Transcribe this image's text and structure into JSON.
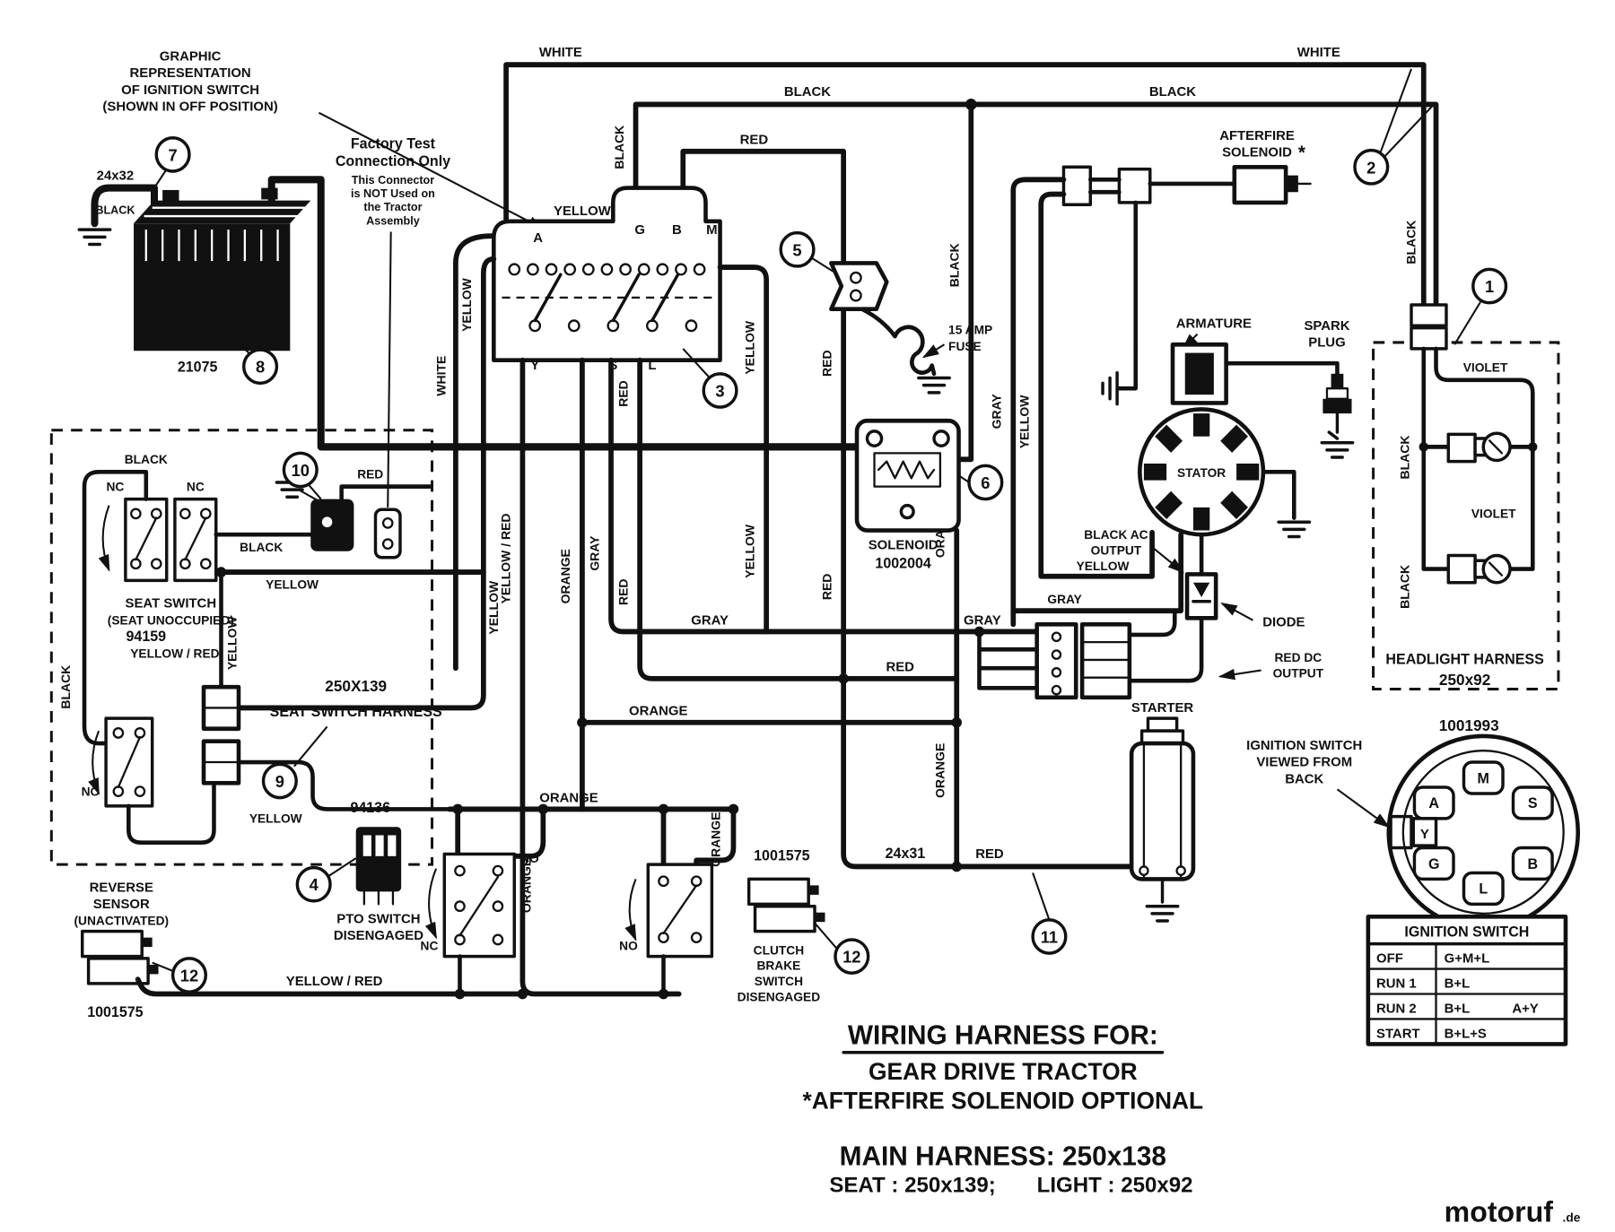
{
  "page": {
    "bg": "#ffffff",
    "ink": "#111111",
    "watermark_color": "#3e7c1c"
  },
  "notes": {
    "graphic_rep": [
      "GRAPHIC",
      "REPRESENTATION",
      "OF IGNITION SWITCH",
      "(SHOWN IN OFF POSITION)"
    ],
    "factory_test_title": [
      "Factory Test",
      "Connection Only"
    ],
    "factory_test_body": [
      "This Connector",
      "is NOT Used on",
      "the Tractor",
      "Assembly"
    ]
  },
  "wire_colors": {
    "white": "WHITE",
    "black": "BLACK",
    "red": "RED",
    "yellow": "YELLOW",
    "gray": "GRAY",
    "orange": "ORANGE",
    "violet": "VIOLET",
    "yellow_red": "YELLOW / RED"
  },
  "letters": {
    "a": "A",
    "g": "G",
    "b": "B",
    "m": "M",
    "y": "Y",
    "s": "S",
    "l": "L",
    "nc": "NC",
    "no": "NO"
  },
  "callouts": {
    "n1": "1",
    "n2": "2",
    "n3": "3",
    "n4": "4",
    "n5": "5",
    "n6": "6",
    "n7": "7",
    "n8": "8",
    "n9": "9",
    "n10": "10",
    "n11": "11",
    "n12": "12"
  },
  "components": {
    "battery": {
      "name": "BATTERY",
      "part": "21075",
      "cable": "24x32"
    },
    "solenoid": {
      "name": "SOLENOID",
      "part": "1002004"
    },
    "fuse": {
      "l1": "15 AMP",
      "l2": "FUSE"
    },
    "afterfire": {
      "l1": "AFTERFIRE",
      "l2": "SOLENOID",
      "star": "*"
    },
    "armature": "ARMATURE",
    "spark_plug": {
      "l1": "SPARK",
      "l2": "PLUG"
    },
    "stator": "STATOR",
    "diode": "DIODE",
    "black_ac": {
      "l1": "BLACK AC",
      "l2": "OUTPUT"
    },
    "red_dc": {
      "l1": "RED DC",
      "l2": "OUTPUT"
    },
    "starter": {
      "name": "STARTER",
      "cable": "24x31"
    },
    "headlight": {
      "l1": "HEADLIGHT HARNESS",
      "l2": "250x92"
    },
    "seat_switch": {
      "l1": "SEAT SWITCH",
      "l2": "(SEAT UNOCCUPIED)",
      "part": "94159"
    },
    "seat_harness": {
      "l1": "250X139",
      "l2": "SEAT SWITCH HARNESS"
    },
    "reverse_sensor": {
      "l1": "REVERSE",
      "l2": "SENSOR",
      "l3": "(UNACTIVATED)",
      "part": "1001575"
    },
    "pto": {
      "part": "94136",
      "l1": "PTO SWITCH",
      "l2": "DISENGAGED"
    },
    "clutch": {
      "part": "1001575",
      "l1": "CLUTCH",
      "l2": "BRAKE",
      "l3": "SWITCH",
      "l4": "DISENGAGED"
    },
    "ign_back": {
      "l1": "IGNITION SWITCH",
      "l2": "VIEWED FROM",
      "l3": "BACK",
      "part": "1001993"
    }
  },
  "table": {
    "title": "IGNITION SWITCH",
    "rows": [
      {
        "mode": "OFF",
        "terminals": "G+M+L",
        "extra": ""
      },
      {
        "mode": "RUN 1",
        "terminals": "B+L",
        "extra": ""
      },
      {
        "mode": "RUN 2",
        "terminals": "B+L",
        "extra": "A+Y"
      },
      {
        "mode": "START",
        "terminals": "B+L+S",
        "extra": ""
      }
    ]
  },
  "footer": {
    "title": "WIRING HARNESS FOR:",
    "line1": "GEAR DRIVE TRACTOR",
    "line2": "*AFTERFIRE SOLENOID OPTIONAL",
    "main": "MAIN HARNESS: 250x138",
    "sub_seat": "SEAT : 250x139;",
    "sub_light": "LIGHT : 250x92"
  },
  "watermark": {
    "brand": "motoruf",
    "tld": ".de"
  }
}
